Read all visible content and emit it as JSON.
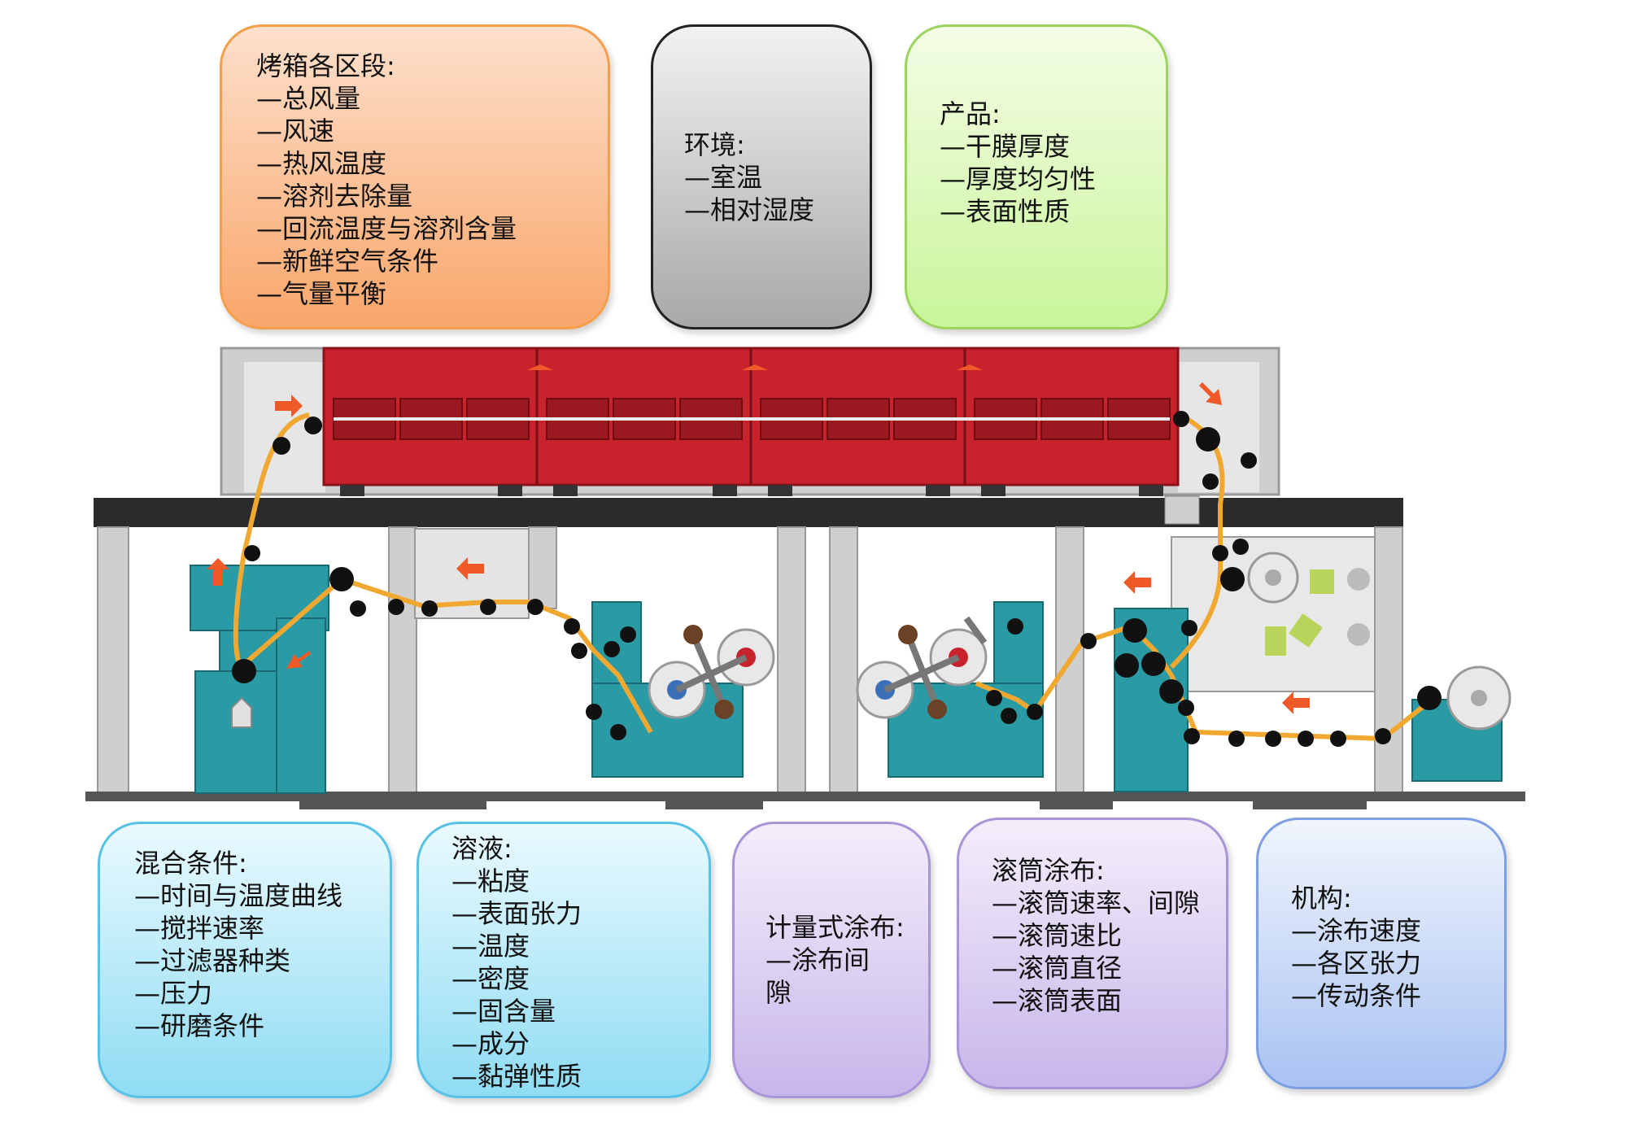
{
  "boxes": {
    "oven": {
      "title": "烤箱各区段:",
      "items": [
        "—总风量",
        "—风速",
        "—热风温度",
        "—溶剂去除量",
        "—回流温度与溶剂含量",
        "—新鲜空气条件",
        "—气量平衡"
      ]
    },
    "environment": {
      "title": "环境:",
      "items": [
        "—室温",
        "—相对湿度"
      ]
    },
    "product": {
      "title": "产品:",
      "items": [
        "—干膜厚度",
        "—厚度均匀性",
        "—表面性质"
      ]
    },
    "mixing": {
      "title": "混合条件:",
      "items": [
        "—时间与温度曲线",
        "—搅拌速率",
        "—过滤器种类",
        "—压力",
        "—研磨条件"
      ]
    },
    "solution": {
      "title": "溶液:",
      "items": [
        "—粘度",
        "—表面张力",
        "—温度",
        "—密度",
        "—固含量",
        "—成分",
        "—黏弹性质"
      ]
    },
    "metering": {
      "title": "计量式涂布:",
      "items": [
        "—涂布间隙"
      ]
    },
    "roll": {
      "title": "滚筒涂布:",
      "items": [
        "—滚筒速率、间隙",
        "—滚筒速比",
        "—滚筒直径",
        "—滚筒表面"
      ]
    },
    "mechanism": {
      "title": "机构:",
      "items": [
        "—涂布速度",
        "—各区张力",
        "—传动条件"
      ]
    }
  },
  "colors": {
    "oven_red": "#c8232c",
    "machine_teal": "#2a9aa4",
    "web_line": "#f0a830",
    "frame_gray": "#c9c9c9",
    "arrow_orange": "#f05a28"
  }
}
